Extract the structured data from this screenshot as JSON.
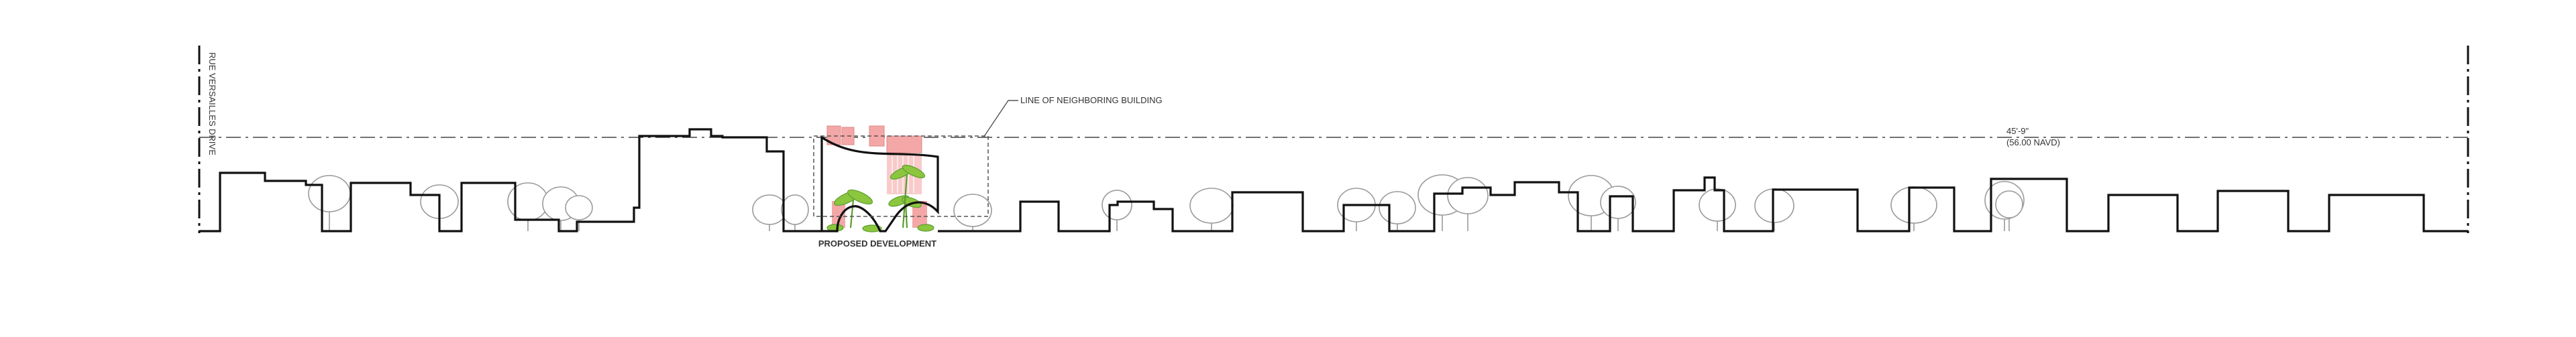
{
  "labels": {
    "street": "RUE VERSAILLES DRIVE",
    "neighbor_line": "LINE OF NEIGHBORING BUILDING",
    "height_main": "45'-9\"",
    "height_sub": "(56.00 NAVD)",
    "proposed": "PROPOSED DEVELOPMENT"
  },
  "colors": {
    "line": "#111111",
    "dash": "#444444",
    "tree": "#9a9a9a",
    "pink": "#f4a7a7",
    "pink_light": "#f9caca",
    "green": "#8cc63f",
    "green_dark": "#5a9e2f"
  }
}
